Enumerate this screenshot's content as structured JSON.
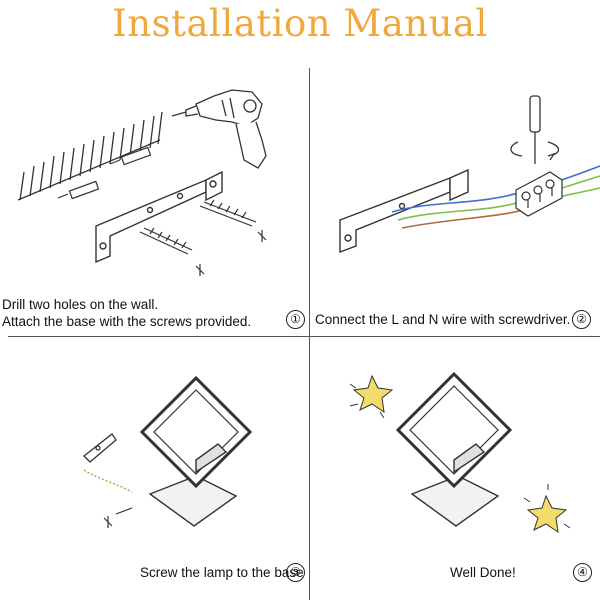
{
  "title": "Installation Manual",
  "steps": [
    {
      "number": "①",
      "lines": [
        "Drill two holes on the wall.",
        "Attach the base with the screws provided."
      ]
    },
    {
      "number": "②",
      "lines": [
        "Connect the L and N wire with screwdriver."
      ]
    },
    {
      "number": "③",
      "lines": [
        "Screw the lamp to the base"
      ]
    },
    {
      "number": "④",
      "lines": [
        "Well Done!"
      ]
    }
  ],
  "colors": {
    "title": "#f0a83c",
    "wire_blue": "#3d6fd6",
    "wire_green": "#7bc142",
    "wire_brown": "#b06a3a",
    "star": "#f3dc6a"
  },
  "icons": [
    "drill-icon",
    "screw-icon",
    "screwdriver-icon",
    "terminal-block-icon",
    "bracket-icon",
    "lamp-icon",
    "star-icon"
  ]
}
